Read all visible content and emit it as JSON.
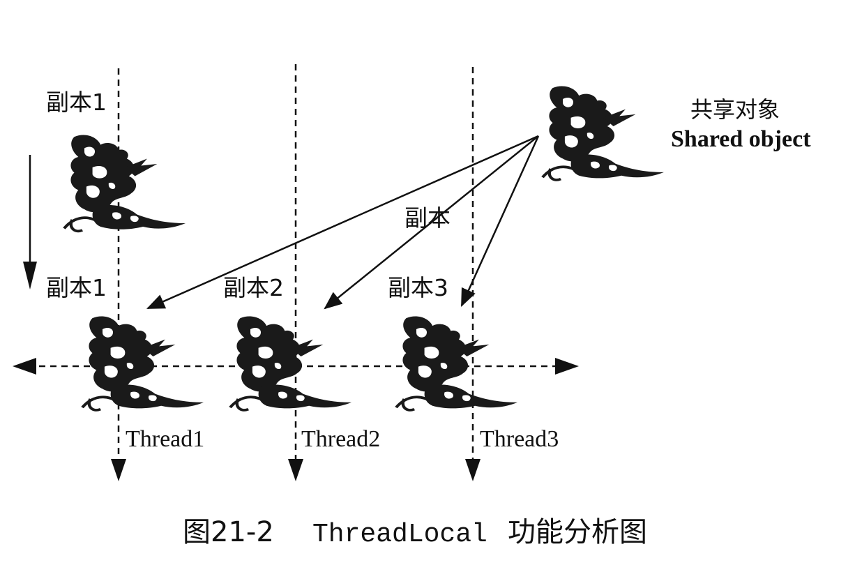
{
  "labels": {
    "copy1_top": "副本1",
    "copy1": "副本1",
    "copy2": "副本2",
    "copy3": "副本3",
    "copy_mid": "副本",
    "shared_cn": "共享对象",
    "shared_en": "Shared object",
    "thread1": "Thread1",
    "thread2": "Thread2",
    "thread3": "Thread3"
  },
  "caption": {
    "prefix": "图21-2",
    "code": "ThreadLocal",
    "suffix": "功能分析图"
  },
  "icons": {
    "dragon": "dragon-icon"
  }
}
